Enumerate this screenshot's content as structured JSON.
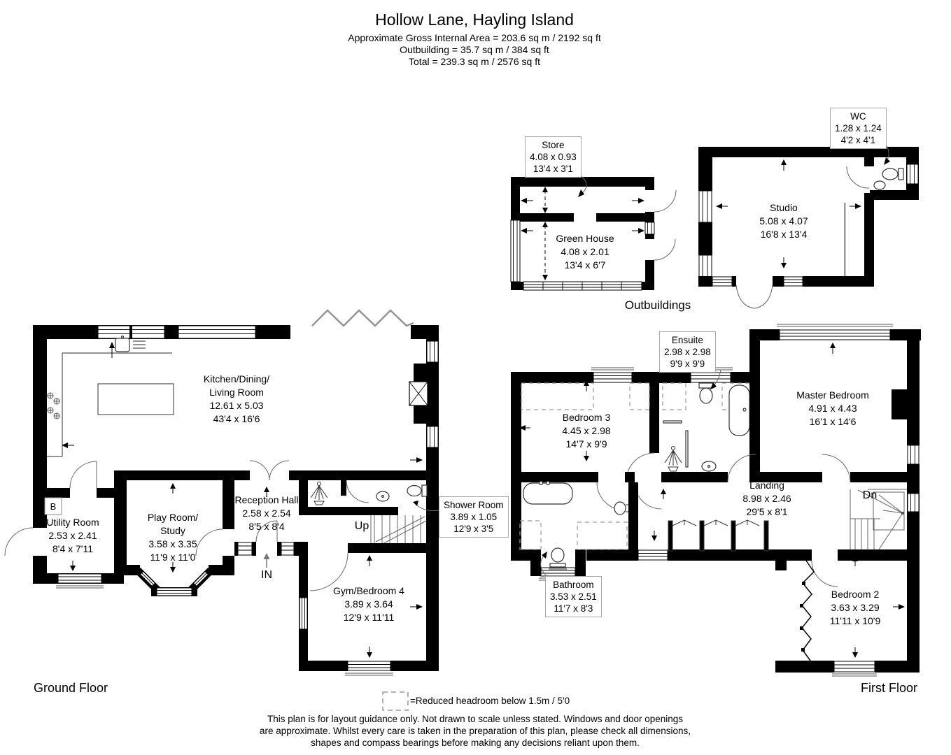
{
  "header": {
    "title": "Hollow Lane, Hayling Island",
    "area_line": "Approximate Gross Internal Area = 203.6 sq m / 2192 sq ft",
    "outbuilding_line": "Outbuilding = 35.7 sq m / 384 sq ft",
    "total_line": "Total = 239.3 sq m / 2576 sq ft"
  },
  "floor_labels": {
    "ground": "Ground Floor",
    "first": "First Floor",
    "outbuildings": "Outbuildings"
  },
  "annotations": {
    "up": "Up",
    "down": "Dn",
    "entrance": "IN",
    "boiler": "B"
  },
  "rooms": {
    "kitchen": {
      "name1": "Kitchen/Dining/",
      "name2": "Living Room",
      "metric": "12.61 x 5.03",
      "imperial": "43'4 x 16'6"
    },
    "utility": {
      "name": "Utility Room",
      "metric": "2.53 x 2.41",
      "imperial": "8'4 x 7'11"
    },
    "playroom": {
      "name1": "Play Room/",
      "name2": "Study",
      "metric": "3.58 x 3.35",
      "imperial": "11'9 x 11'0"
    },
    "reception": {
      "name": "Reception Hall",
      "metric": "2.58 x 2.54",
      "imperial": "8'5 x 8'4"
    },
    "shower": {
      "name": "Shower Room",
      "metric": "3.89 x 1.05",
      "imperial": "12'9 x 3'5"
    },
    "gym": {
      "name": "Gym/Bedroom 4",
      "metric": "3.89 x 3.64",
      "imperial": "12'9 x 11'11"
    },
    "store": {
      "name": "Store",
      "metric": "4.08 x 0.93",
      "imperial": "13'4 x 3'1"
    },
    "greenhouse": {
      "name": "Green House",
      "metric": "4.08 x 2.01",
      "imperial": "13'4 x 6'7"
    },
    "studio": {
      "name": "Studio",
      "metric": "5.08 x 4.07",
      "imperial": "16'8 x 13'4"
    },
    "wc": {
      "name": "WC",
      "metric": "1.28 x 1.24",
      "imperial": "4'2 x 4'1"
    },
    "bedroom3": {
      "name": "Bedroom 3",
      "metric": "4.45 x 2.98",
      "imperial": "14'7 x 9'9"
    },
    "ensuite": {
      "name": "Ensuite",
      "metric": "2.98 x 2.98",
      "imperial": "9'9 x 9'9"
    },
    "master": {
      "name": "Master Bedroom",
      "metric": "4.91 x 4.43",
      "imperial": "16'1 x 14'6"
    },
    "landing": {
      "name": "Landing",
      "metric": "8.98 x 2.46",
      "imperial": "29'5 x 8'1"
    },
    "bathroom": {
      "name": "Bathroom",
      "metric": "3.53 x 2.51",
      "imperial": "11'7 x 8'3"
    },
    "bedroom2": {
      "name": "Bedroom 2",
      "metric": "3.63 x 3.29",
      "imperial": "11'11 x 10'9"
    }
  },
  "legend": {
    "text": "=Reduced headroom below 1.5m / 5'0"
  },
  "disclaimer": {
    "line1": "This plan is for layout guidance only. Not drawn to scale unless stated. Windows and door openings",
    "line2": "are approximate. Whilst every care is taken in the preparation of this plan, please check all dimensions,",
    "line3": "shapes and compass bearings before making any decisions reliant upon them."
  }
}
